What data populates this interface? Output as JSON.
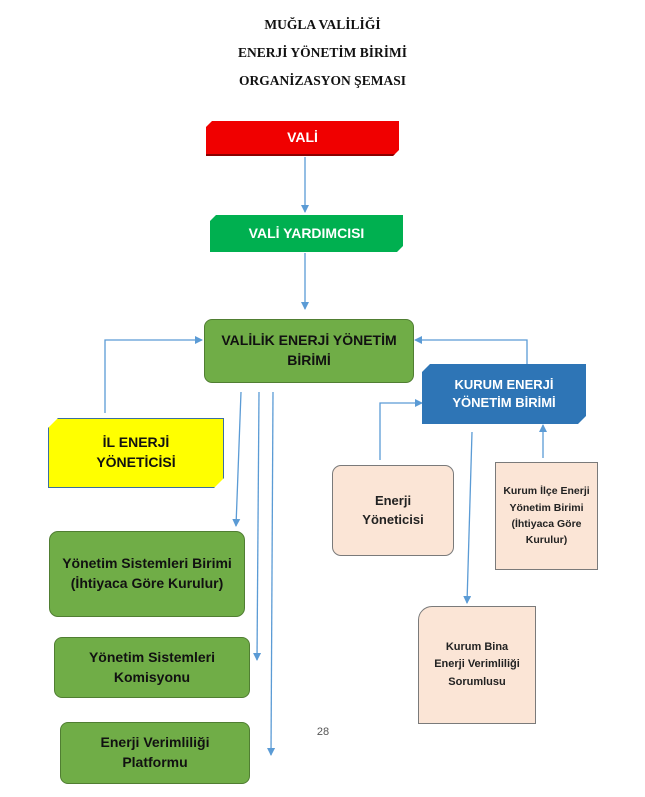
{
  "header": {
    "line1": "MUĞLA VALİLİĞİ",
    "line2": "ENERJİ YÖNETİM BİRİMİ",
    "line3": "ORGANİZASYON ŞEMASI"
  },
  "nodes": {
    "vali": "VALİ",
    "vali_yardimcisi": "VALİ YARDIMCISI",
    "valilik_birimi": "VALİLİK ENERJİ YÖNETİM BİRİMİ",
    "il_yoneticisi": "İL ENERJİ YÖNETİCİSİ",
    "kurum_birimi": "KURUM ENERJİ YÖNETİM BİRİMİ",
    "enerji_yoneticisi": "Enerji Yöneticisi",
    "kurum_ilce": "Kurum İlçe Enerji Yönetim Birimi (İhtiyaca Göre Kurulur)",
    "kurum_bina": "Kurum Bina Enerji Verimliliği Sorumlusu",
    "yonetim_sistemleri_birimi": "Yönetim Sistemleri Birimi (İhtiyaca Göre Kurulur)",
    "yonetim_sistemleri_komisyonu": "Yönetim Sistemleri Komisyonu",
    "enerji_verimliligi_platformu": "Enerji Verimliliği Platformu"
  },
  "colors": {
    "red": "#f00000",
    "green_bright": "#00b050",
    "green": "#70ad47",
    "yellow": "#ffff00",
    "blue": "#2e75b6",
    "peach": "#fbe5d6",
    "connector": "#5b9bd5"
  },
  "page_number": "28"
}
